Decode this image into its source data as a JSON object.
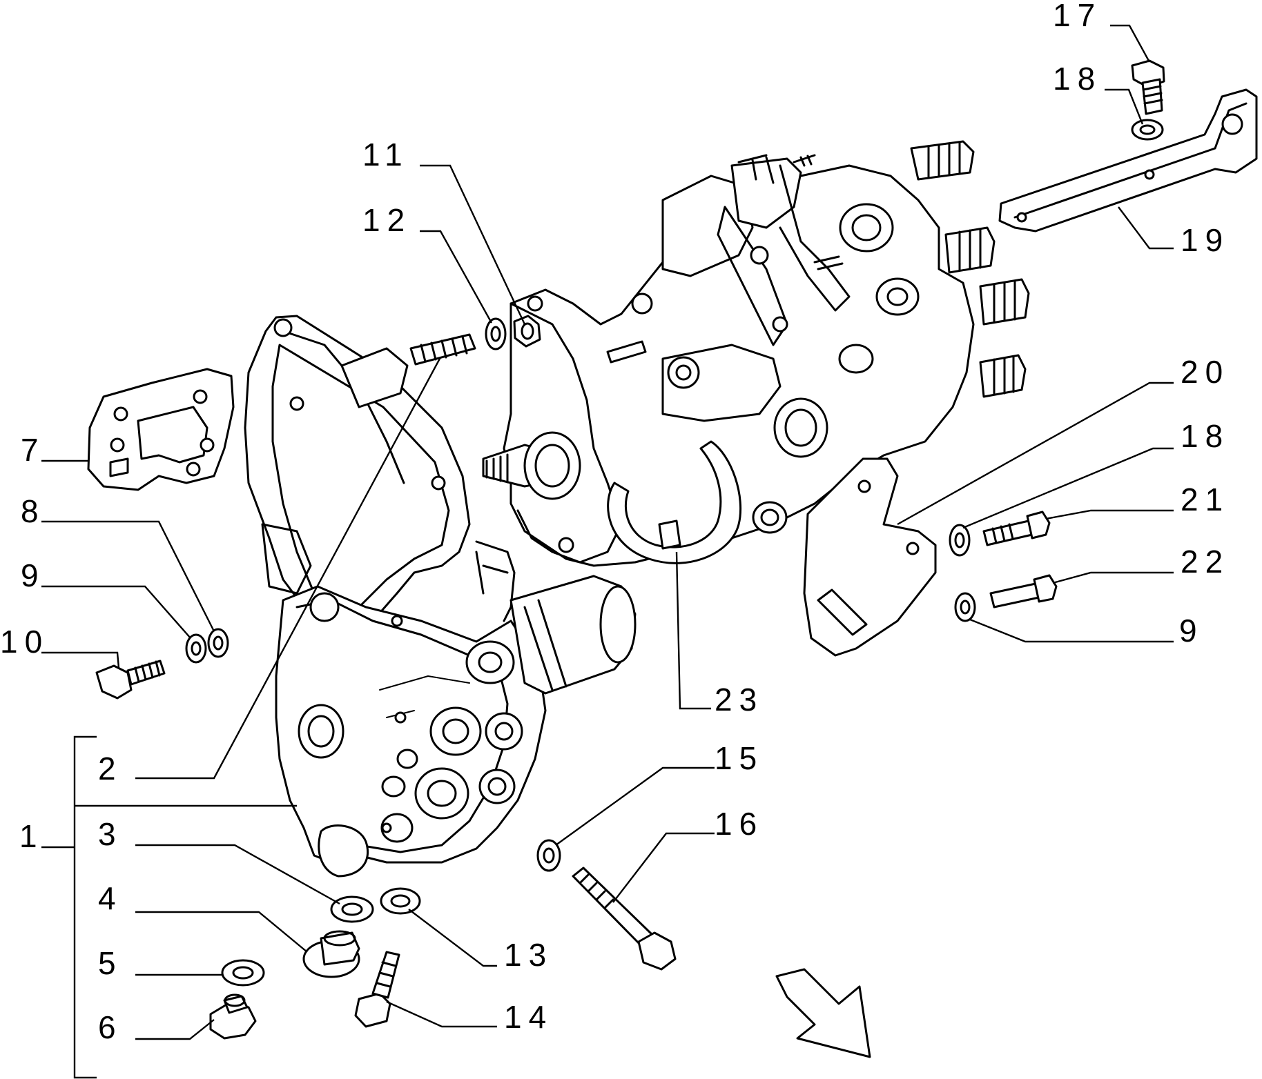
{
  "callouts": {
    "c1": "1",
    "c2": "2",
    "c3": "3",
    "c4": "4",
    "c5": "5",
    "c6": "6",
    "c7": "7",
    "c8": "8",
    "c9a": "9",
    "c10": "10",
    "c11": "11",
    "c12": "12",
    "c13": "13",
    "c14": "14",
    "c15": "15",
    "c16": "16",
    "c17": "17",
    "c18a": "18",
    "c19": "19",
    "c20": "20",
    "c18b": "18",
    "c21": "21",
    "c22": "22",
    "c9b": "9",
    "c23": "23"
  },
  "icons": {
    "direction_arrow": "outline-arrow-down-right-icon"
  }
}
